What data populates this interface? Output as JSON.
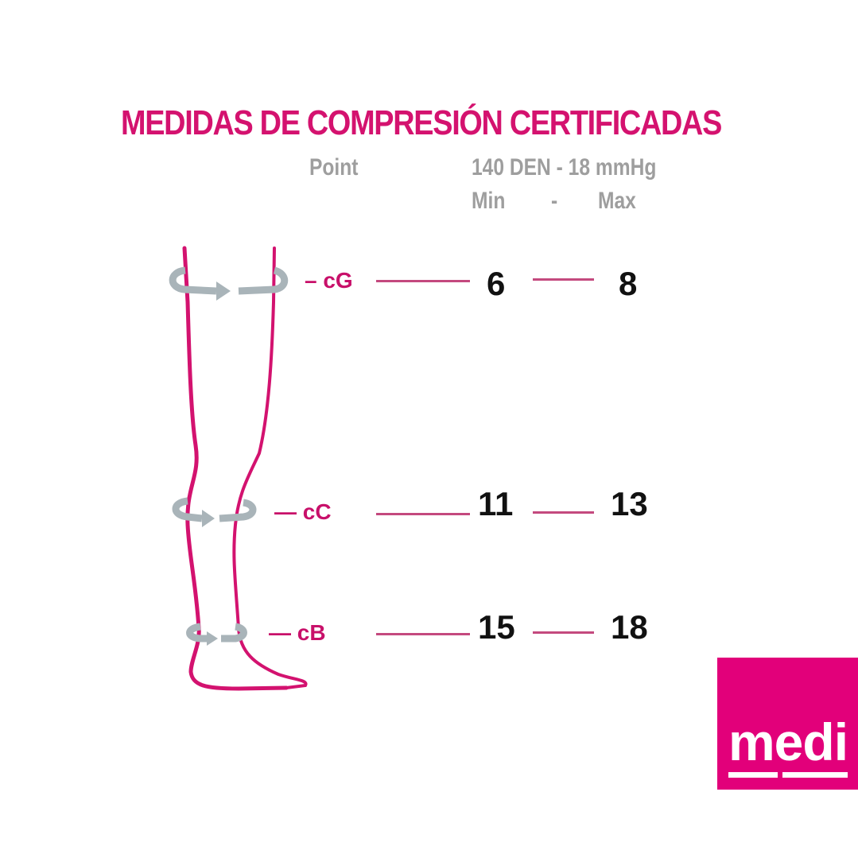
{
  "title": "MEDIDAS DE COMPRESIÓN CERTIFICADAS",
  "header": {
    "point": "Point",
    "spec": "140 DEN - 18 mmHg",
    "min": "Min",
    "dash": "-",
    "max": "Max"
  },
  "rows": [
    {
      "point": "– cG",
      "min": "6",
      "max": "8"
    },
    {
      "point": "— cC",
      "min": "11",
      "max": "13"
    },
    {
      "point": "— cB",
      "min": "15",
      "max": "18"
    }
  ],
  "logo": {
    "text": "medi"
  },
  "colors": {
    "brand": "#e2007a",
    "title": "#d4126f",
    "gray": "#9e9e9e",
    "arrow": "#a9b4b9"
  },
  "chart_data": {
    "type": "table",
    "title": "MEDIDAS DE COMPRESIÓN CERTIFICADAS",
    "columns": [
      "Point",
      "Min",
      "Max"
    ],
    "subtitle": "140 DEN - 18 mmHg",
    "rows": [
      [
        "cG",
        6,
        8
      ],
      [
        "cC",
        11,
        13
      ],
      [
        "cB",
        15,
        18
      ]
    ]
  }
}
